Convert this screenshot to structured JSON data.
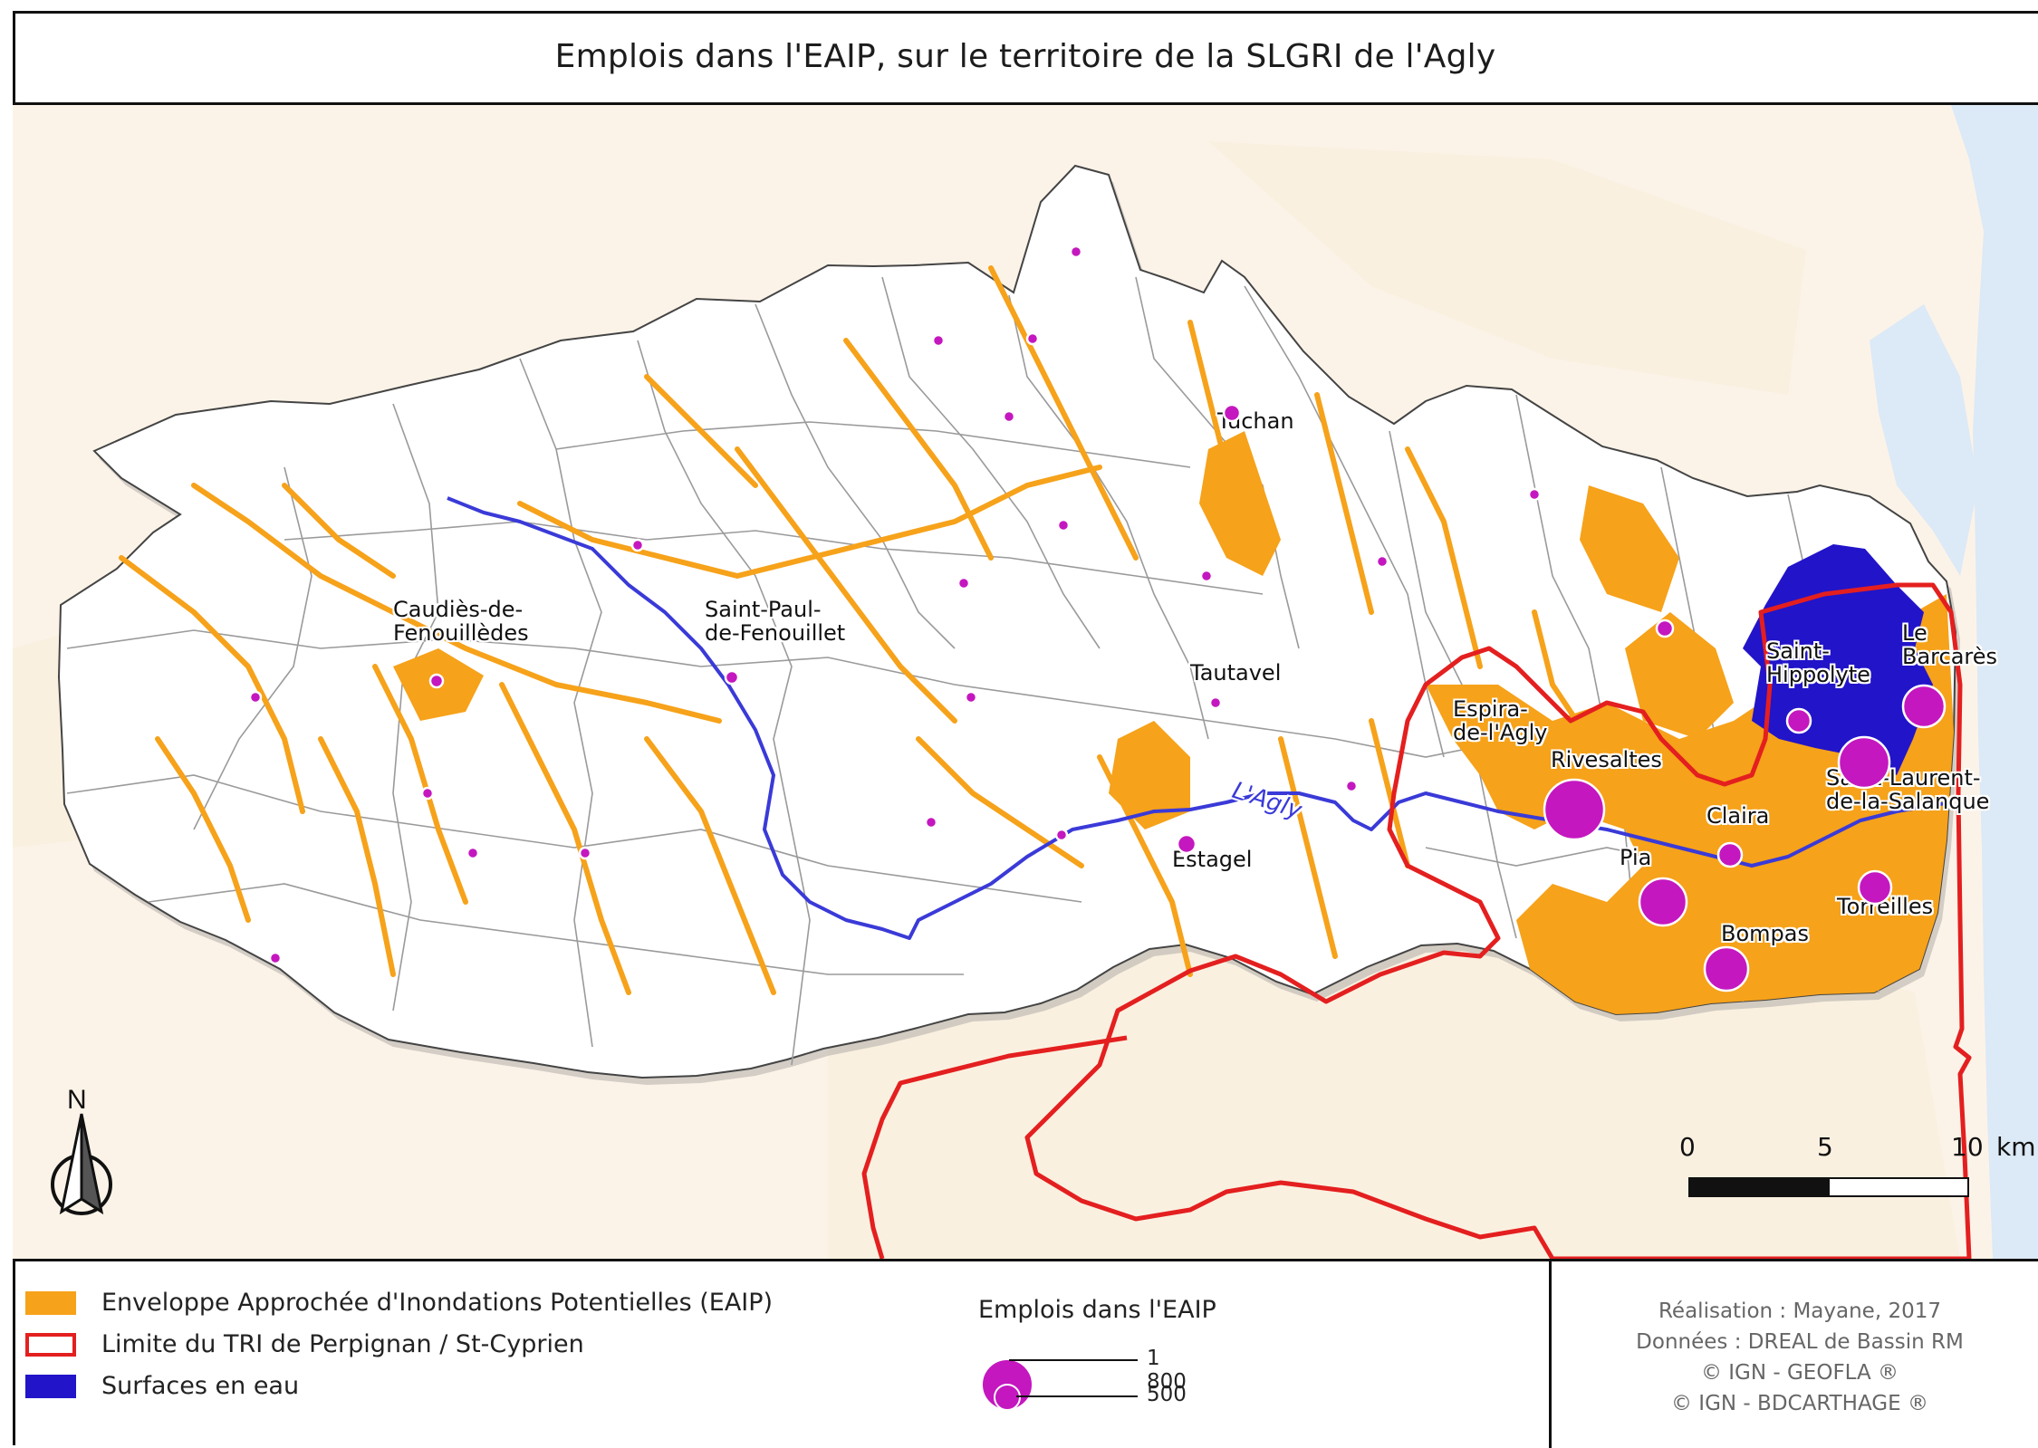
{
  "title": "Emplois dans l'EAIP, sur le territoire de la SLGRI de l'Agly",
  "colors": {
    "eaip": "#f6a21a",
    "tri_boundary": "#e41f1f",
    "water": "#2214c9",
    "river": "#3a3ad8",
    "jobs_circle": "#c417bf",
    "commune_border": "#8c8c8c",
    "sea": "#dce9f6",
    "background_tint": "#fcf3e8"
  },
  "map": {
    "river_label": "L'Agly",
    "towns": [
      {
        "id": "tuchan",
        "label": "Tuchan"
      },
      {
        "id": "caudies",
        "label": "Caudiès-de-\nFenouillèdes"
      },
      {
        "id": "saintpaul",
        "label": "Saint-Paul-\nde-Fenouillet"
      },
      {
        "id": "tautavel",
        "label": "Tautavel"
      },
      {
        "id": "espira",
        "label": "Espira-\nde-l'Agly"
      },
      {
        "id": "rivesaltes",
        "label": "Rivesaltes"
      },
      {
        "id": "sainthippolyte",
        "label": "Saint-\nHippolyte"
      },
      {
        "id": "lebarcares",
        "label": "Le\nBarcarès"
      },
      {
        "id": "saintlaurent",
        "label": "Saint-Laurent-\nde-la-Salanque"
      },
      {
        "id": "claira",
        "label": "Claira"
      },
      {
        "id": "pia",
        "label": "Pia"
      },
      {
        "id": "torreilles",
        "label": "Torreilles"
      },
      {
        "id": "bompas",
        "label": "Bompas"
      },
      {
        "id": "estagel",
        "label": "Estagel"
      }
    ],
    "north_label": "N",
    "scale_labels": [
      "0",
      "5",
      "10",
      "km"
    ]
  },
  "legend": {
    "items": [
      {
        "label": "Enveloppe Approchée d'Inondations Potentielles (EAIP)"
      },
      {
        "label": "Limite du TRI de Perpignan / St-Cyprien"
      },
      {
        "label": "Surfaces en eau"
      }
    ],
    "proportional": {
      "title": "Emplois dans l'EAIP",
      "values": [
        "1 800",
        "500"
      ]
    }
  },
  "credits": [
    "Réalisation : Mayane, 2017",
    "Données : DREAL de Bassin RM",
    "© IGN - GEOFLA ®",
    "© IGN - BDCARTHAGE ®"
  ]
}
